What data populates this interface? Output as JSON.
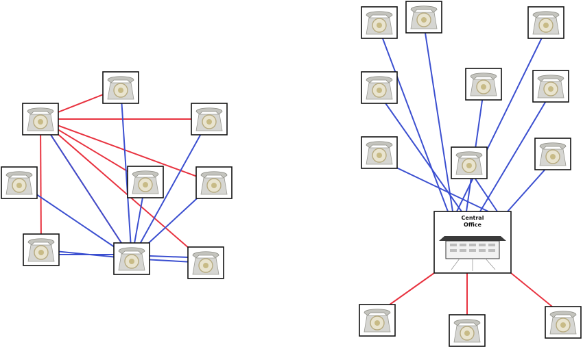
{
  "central_office": {
    "label_line1": "Central",
    "label_line2": "Office"
  },
  "colors": {
    "blue_link": "#3b4fd0",
    "red_link": "#e8323f"
  },
  "icons": {
    "node": "rotary-telephone-icon",
    "hub": "office-building-icon"
  },
  "left_network": {
    "topology": "mesh",
    "phones": [
      "a",
      "b",
      "c",
      "d",
      "e",
      "f",
      "g",
      "h",
      "i"
    ],
    "red_links": [
      [
        "a",
        "b"
      ],
      [
        "a",
        "c"
      ],
      [
        "a",
        "e"
      ],
      [
        "a",
        "f"
      ],
      [
        "a",
        "g"
      ],
      [
        "a",
        "h"
      ],
      [
        "a",
        "i"
      ]
    ],
    "blue_links": [
      [
        "d",
        "h"
      ],
      [
        "e",
        "h"
      ],
      [
        "c",
        "h"
      ],
      [
        "b",
        "h"
      ],
      [
        "f",
        "h"
      ],
      [
        "g",
        "h"
      ],
      [
        "i",
        "h"
      ],
      [
        "a",
        "h"
      ]
    ]
  },
  "right_network": {
    "topology": "star",
    "phones": [
      "p1",
      "p2",
      "p3",
      "p4",
      "p5",
      "p6",
      "p7",
      "p8",
      "p9",
      "p10",
      "p11",
      "p12",
      "p13"
    ],
    "blue_links_to_office": [
      "p1",
      "p2",
      "p3",
      "p4",
      "p5",
      "p6",
      "p7",
      "p8",
      "p9",
      "p10"
    ],
    "red_links_to_office": [
      "p11",
      "p12",
      "p13"
    ]
  }
}
